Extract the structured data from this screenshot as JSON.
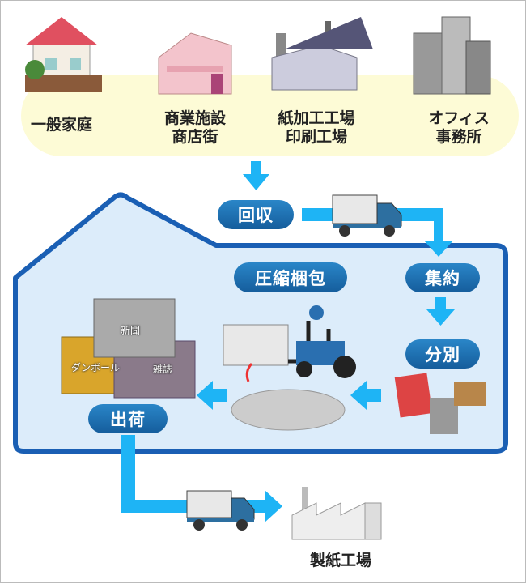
{
  "sources": [
    {
      "lines": [
        "一般家庭"
      ]
    },
    {
      "lines": [
        "商業施設",
        "商店街"
      ]
    },
    {
      "lines": [
        "紙加工工場",
        "印刷工場"
      ]
    },
    {
      "lines": [
        "オフィス",
        "事務所"
      ]
    }
  ],
  "steps": {
    "collect": "回収",
    "consolidate": "集約",
    "sort": "分別",
    "compress": "圧縮梱包",
    "ship": "出荷"
  },
  "bales": {
    "newspaper": "新聞",
    "cardboard": "ダンボール",
    "magazine": "雑誌"
  },
  "destination": "製紙工場",
  "colors": {
    "arrow": "#1eb4f5",
    "pill": "#1a6aab",
    "house_stroke": "#1a5fb4",
    "house_fill": "#dcecfa",
    "band": "#fdfbd6"
  }
}
